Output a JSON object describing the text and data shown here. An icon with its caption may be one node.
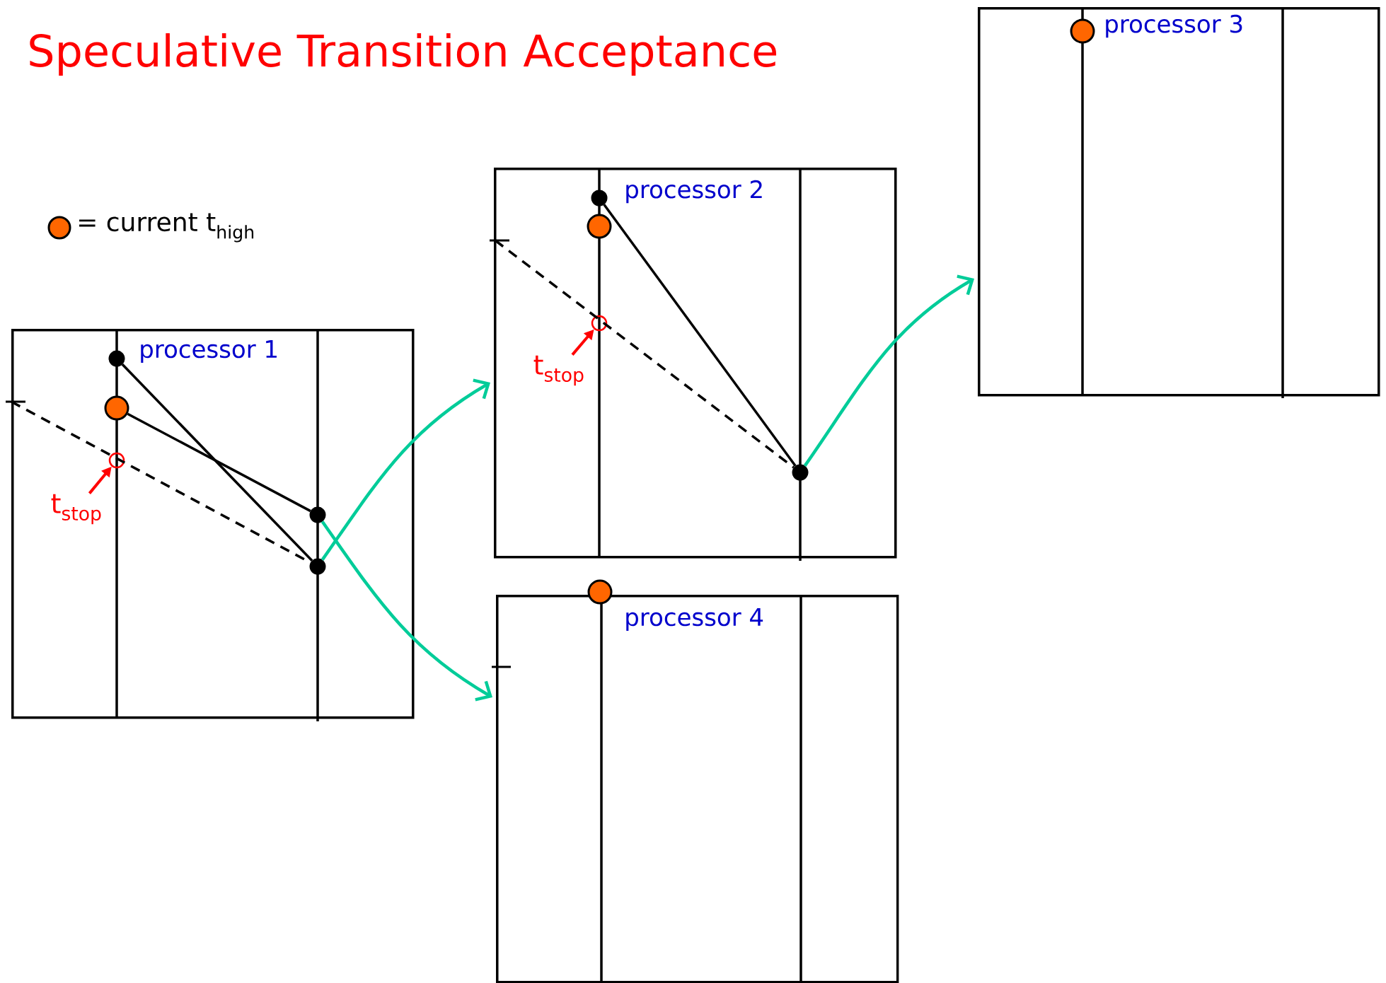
{
  "diagram": {
    "title": "Speculative Transition Acceptance",
    "nodes": [
      {
        "text": [
          "processor 1"
        ]
      },
      {
        "text": [],
        "shape": "circle",
        "in": 0
      },
      {
        "text": [],
        "shape": "circle",
        "in": 0
      },
      {
        "text": [],
        "shape": "circle",
        "in": 0
      },
      {
        "text": [
          "t$_{stop}$"
        ],
        "in": 0
      },
      {
        "text": [],
        "shape": "circle",
        "in": 0
      },
      {
        "text": [],
        "shape": "circle",
        "in": 0
      },
      {
        "text": [
          "processor 2"
        ]
      },
      {
        "text": [],
        "shape": "circle",
        "in": 7
      },
      {
        "text": [],
        "shape": "circle",
        "in": 7
      },
      {
        "text": [],
        "shape": "circle",
        "in": 7
      },
      {
        "text": [
          "t$_{stop}$"
        ],
        "in": 7
      },
      {
        "text": [],
        "shape": "circle",
        "in": 7
      },
      {
        "text": [
          "processor 3"
        ]
      },
      {
        "text": [],
        "shape": "circle",
        "in": 13
      },
      {
        "text": [
          "processor 4"
        ]
      },
      {
        "text": [],
        "shape": "circle"
      }
    ],
    "edges": [
      {
        "from": 1,
        "to": 6,
        "arrow": "none"
      },
      {
        "from": 2,
        "to": 5,
        "arrow": "none"
      },
      {
        "from": null,
        "to": 6,
        "arrow": "none",
        "style": "dashed"
      },
      {
        "from": 4,
        "to": 3,
        "arrow": "to",
        "color": "#ff0000"
      },
      {
        "from": 6,
        "to": 7,
        "arrow": "to",
        "color": "#00cc99"
      },
      {
        "from": 5,
        "to": 15,
        "arrow": "to",
        "color": "#00cc99"
      },
      {
        "from": 8,
        "to": 12,
        "arrow": "none"
      },
      {
        "from": null,
        "to": 12,
        "arrow": "none",
        "style": "dashed"
      },
      {
        "from": 11,
        "to": 10,
        "arrow": "to",
        "color": "#ff0000"
      },
      {
        "from": 12,
        "to": 13,
        "arrow": "to",
        "color": "#00cc99"
      }
    ],
    "legend": [
      {
        "text": "= current t$_{high}$",
        "color": "#ff6600"
      }
    ]
  }
}
